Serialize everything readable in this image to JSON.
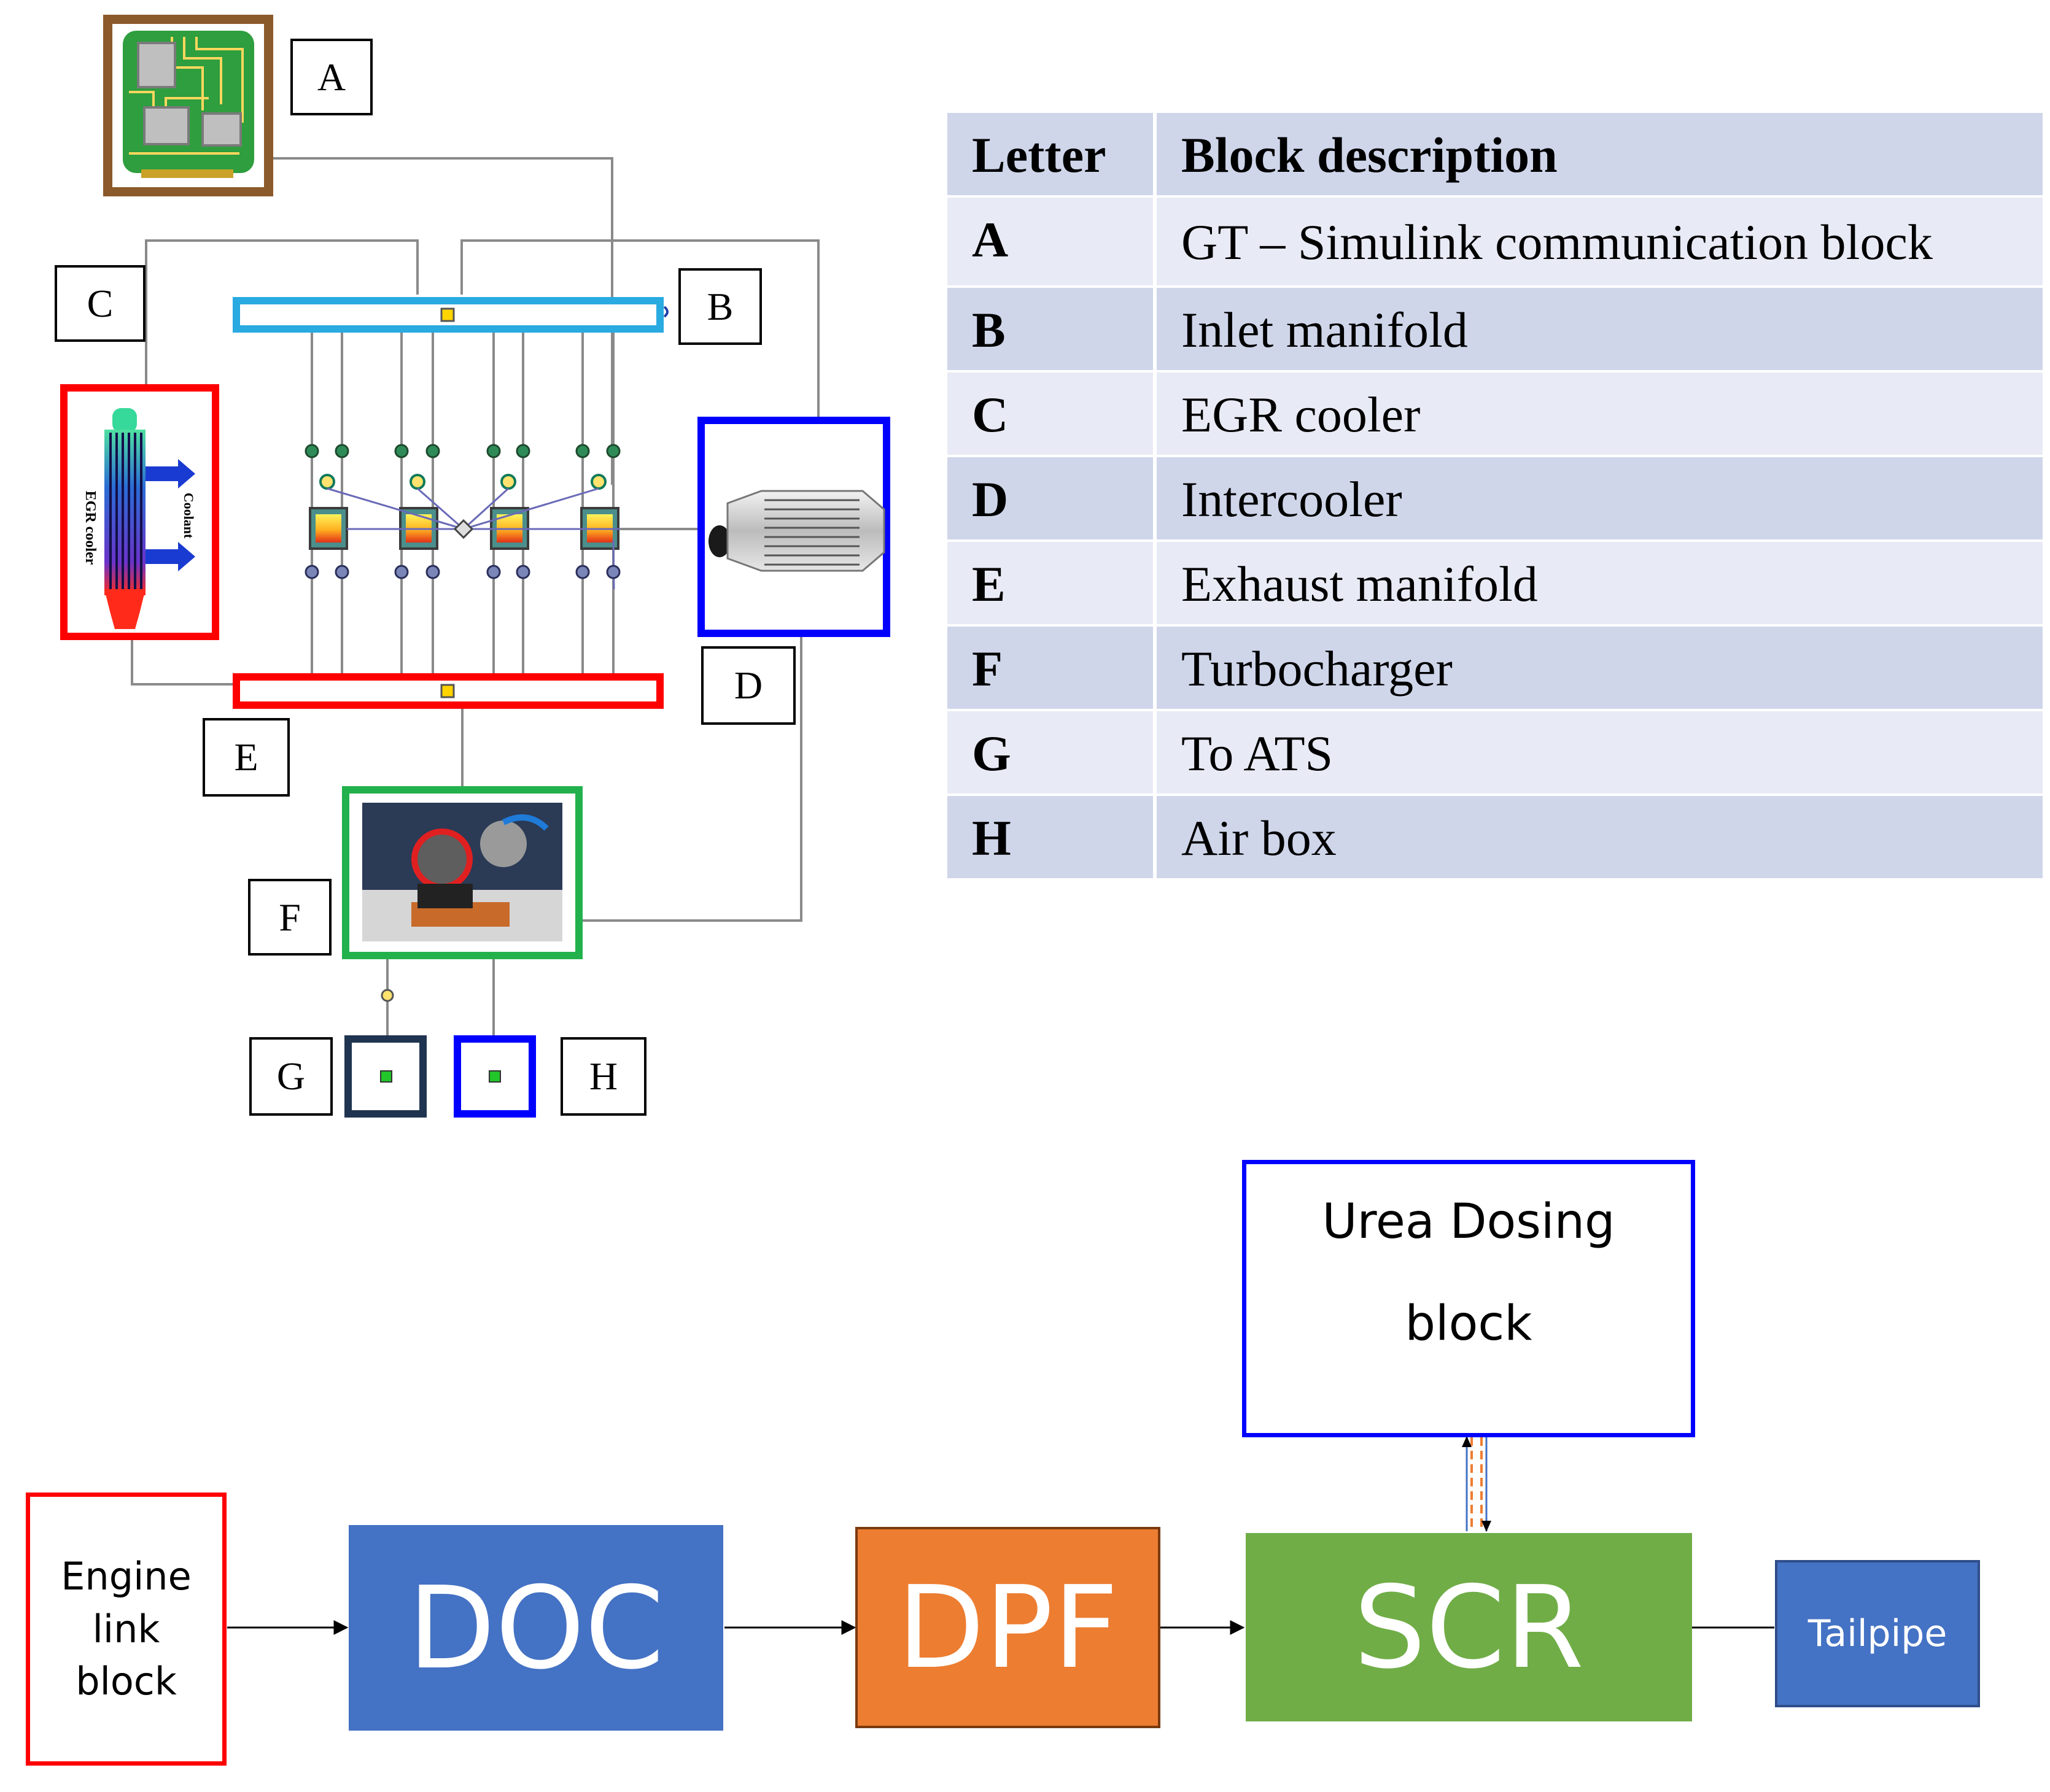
{
  "labels": {
    "a": "A",
    "b": "B",
    "c": "C",
    "d": "D",
    "e": "E",
    "f": "F",
    "g": "G",
    "h": "H",
    "egr_text": "EGR cooler",
    "coolant_text": "Coolant"
  },
  "table": {
    "header": {
      "letter": "Letter",
      "description": "Block description"
    },
    "rows": [
      {
        "letter": "A",
        "description": "GT – Simulink communication block"
      },
      {
        "letter": "B",
        "description": "Inlet manifold"
      },
      {
        "letter": "C",
        "description": "EGR cooler"
      },
      {
        "letter": "D",
        "description": "Intercooler"
      },
      {
        "letter": "E",
        "description": "Exhaust manifold"
      },
      {
        "letter": "F",
        "description": "Turbocharger"
      },
      {
        "letter": "G",
        "description": "To ATS"
      },
      {
        "letter": "H",
        "description": "Air box"
      }
    ]
  },
  "flow": {
    "engine_line1": "Engine",
    "engine_line2": "link",
    "engine_line3": "block",
    "doc": "DOC",
    "dpf": "DPF",
    "scr": "SCR",
    "tailpipe": "Tailpipe",
    "urea_line1": "Urea Dosing",
    "urea_line2": "block"
  },
  "colors": {
    "inlet_manifold": "#29aae1",
    "exhaust_manifold": "#ff0000",
    "egr_border": "#ff0000",
    "intercooler_border": "#0000ff",
    "turbo_border": "#22b14c",
    "ats_border": "#1f3450",
    "airbox_border": "#0000ff",
    "doc": "#4472c4",
    "dpf": "#ed7d31",
    "scr": "#70ad47",
    "tailpipe": "#4472c4",
    "engine_border": "#ff0000",
    "urea_border": "#0000ff",
    "table_header": "#cfd6ea",
    "table_row_light": "#e8ebf5"
  }
}
